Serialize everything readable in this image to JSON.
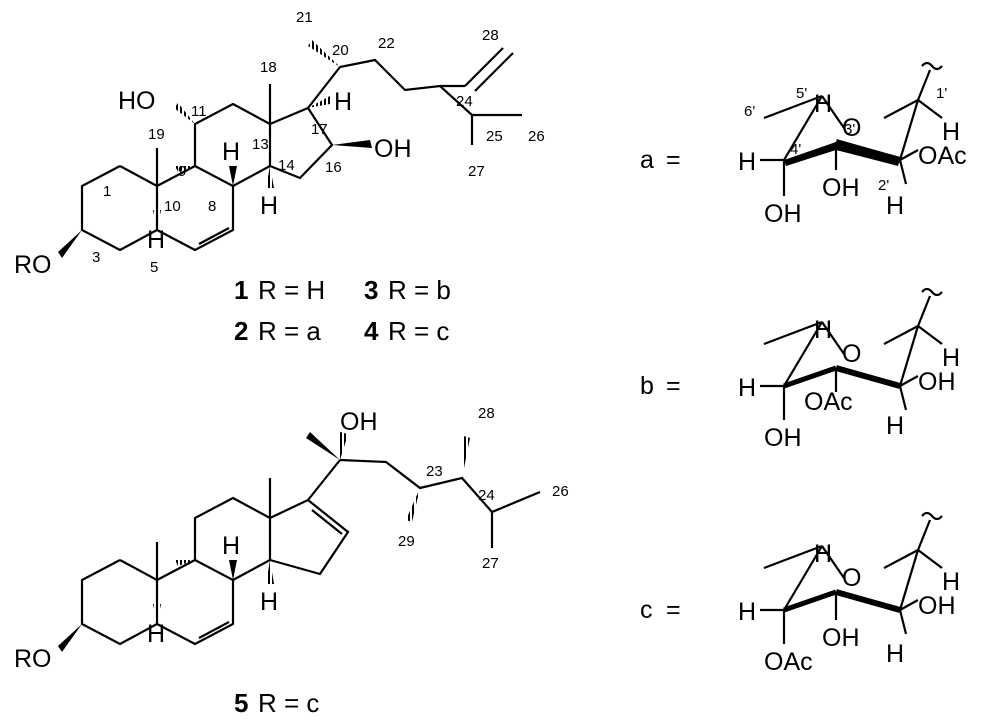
{
  "labels": {
    "oh": "OH",
    "ho": "HO",
    "h": "H",
    "ro": "RO",
    "o": "O",
    "oac": "OAc",
    "eq": "=",
    "a": "a",
    "b": "b",
    "c": "c"
  },
  "numbering": {
    "n1": "1",
    "n3": "3",
    "n5": "5",
    "n8": "8",
    "n9": "9",
    "n10": "10",
    "n11": "11",
    "n13": "13",
    "n14": "14",
    "n16": "16",
    "n17": "17",
    "n18": "18",
    "n19": "19",
    "n20": "20",
    "n21": "21",
    "n22": "22",
    "n23": "23",
    "n24": "24",
    "n25": "25",
    "n26": "26",
    "n27": "27",
    "n28": "28",
    "n29": "29",
    "p1": "1'",
    "p2": "2'",
    "p3": "3'",
    "p4": "4'",
    "p5": "5'",
    "p6": "6'"
  },
  "captions": {
    "c1": {
      "num": "1",
      "text": "R = H"
    },
    "c2": {
      "num": "2",
      "text": "R = a"
    },
    "c3": {
      "num": "3",
      "text": "R = b"
    },
    "c4": {
      "num": "4",
      "text": "R = c"
    },
    "c5": {
      "num": "5",
      "text": "R = c"
    }
  }
}
